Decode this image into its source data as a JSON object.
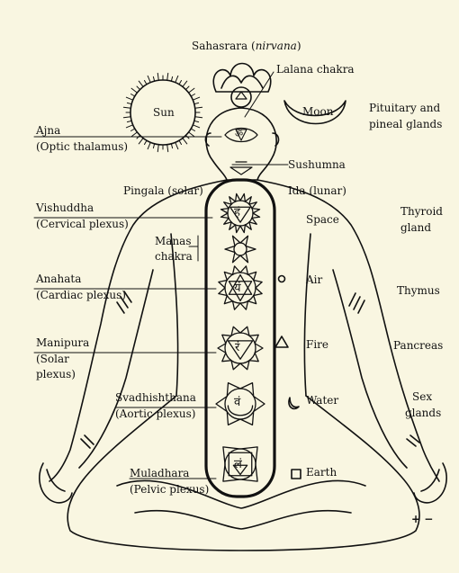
{
  "labels": {
    "sahasrara_name": "Sahasrara (",
    "sahasrara_state": "nirvana",
    "sahasrara_close": ")",
    "lalana": "Lalana chakra",
    "sun": "Sun",
    "moon": "Moon",
    "pituitary_1": "Pituitary and",
    "pituitary_2": "pineal glands",
    "ajna": "Ajna",
    "ajna_sub": "(Optic thalamus)",
    "sushumna": "Sushumna",
    "pingala": "Pingala (solar)",
    "ida": "Ida (lunar)",
    "vishuddha": "Vishuddha",
    "vishuddha_sub": "(Cervical plexus)",
    "space": "Space",
    "thyroid_1": "Thyroid",
    "thyroid_2": "gland",
    "manas_1": "Manas",
    "manas_2": "chakra",
    "anahata": "Anahata",
    "anahata_sub": "(Cardiac plexus)",
    "air": "Air",
    "thymus": "Thymus",
    "manipura": "Manipura",
    "manipura_sub1": "(Solar",
    "manipura_sub2": "plexus)",
    "fire": "Fire",
    "pancreas": "Pancreas",
    "svadhishthana": "Svadhishthana",
    "svadhishthana_sub": "(Aortic plexus)",
    "water": "Water",
    "sex_1": "Sex",
    "sex_2": "glands",
    "earth": "Earth",
    "muladhara": "Muladhara",
    "muladhara_sub": "(Pelvic plexus)",
    "polarity": "+ −"
  },
  "seed_syllables": {
    "vishuddha": "हं",
    "anahata": "यं",
    "manipura": "रं",
    "svadhishthana": "वं",
    "muladhara": "लं",
    "ajna": "ॐ"
  },
  "colors": {
    "ink": "#111111",
    "paper": "#f9f6e1"
  }
}
